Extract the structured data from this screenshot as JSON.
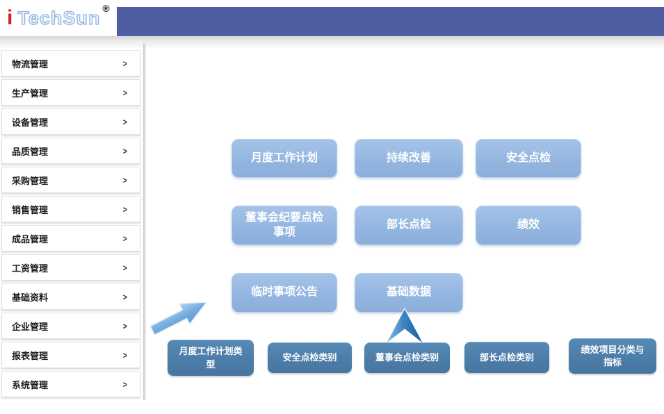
{
  "header": {
    "logo_prefix": "i",
    "logo_text": "TechSun",
    "registered": "®"
  },
  "sidebar": {
    "chevron": ">",
    "items": [
      {
        "label": "物流管理"
      },
      {
        "label": "生产管理"
      },
      {
        "label": "设备管理"
      },
      {
        "label": "品质管理"
      },
      {
        "label": "采购管理"
      },
      {
        "label": "销售管理"
      },
      {
        "label": "成品管理"
      },
      {
        "label": "工资管理"
      },
      {
        "label": "基础资料"
      },
      {
        "label": "企业管理"
      },
      {
        "label": "报表管理"
      },
      {
        "label": "系统管理"
      }
    ]
  },
  "main": {
    "feature_buttons": [
      {
        "label": "月度工作计划"
      },
      {
        "label": "持续改善"
      },
      {
        "label": "安全点检"
      },
      {
        "label": "董事会纪要点检事项"
      },
      {
        "label": "部长点检"
      },
      {
        "label": "绩效"
      },
      {
        "label": "临时事项公告"
      },
      {
        "label": "基础数据"
      }
    ],
    "category_buttons": [
      {
        "label": "月度工作计划类型"
      },
      {
        "label": "安全点检类别"
      },
      {
        "label": "董事会点检类别"
      },
      {
        "label": "部长点检类别"
      },
      {
        "label": "绩效项目分类与指标"
      }
    ]
  },
  "icons": {
    "diagonal_arrow": "arrow-up-right",
    "chevron_arrow": "arrow-up-chevron"
  },
  "colors": {
    "header_bar": "#4f5ea2",
    "logo_red": "#d91f1f",
    "logo_blue_outline": "#8fb4dc",
    "feature_button": "#93b6e0",
    "category_button": "#4b7ca8",
    "arrow_blue": "#5f9fd6"
  }
}
